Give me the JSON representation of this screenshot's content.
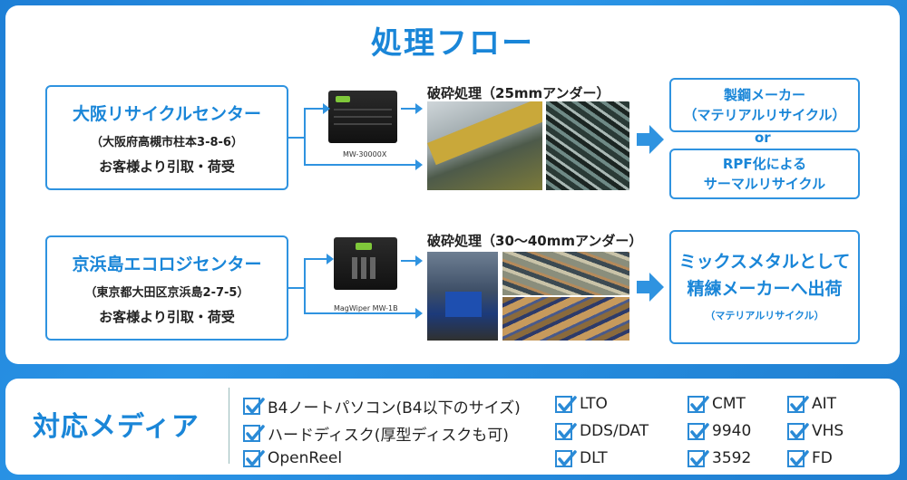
{
  "title": "処理フロー",
  "centers": [
    {
      "name": "大阪リサイクルセンター",
      "address": "（大阪府高槻市柱本3-8-6）",
      "note": "お客様より引取・荷受"
    },
    {
      "name": "京浜島エコロジセンター",
      "address": "（東京都大田区京浜島2-7-5）",
      "note": "お客様より引取・荷受"
    }
  ],
  "machines": [
    {
      "label": "MW-30000X",
      "icon": "degausser-icon"
    },
    {
      "label": "MagWiper MW-1B",
      "icon": "degausser-icon"
    }
  ],
  "steps": [
    {
      "label": "破砕処理（25mmアンダー）"
    },
    {
      "label": "破砕処理（30～40mmアンダー）"
    }
  ],
  "outputs": {
    "row1_a": [
      "製鋼メーカー",
      "（マテリアルリサイクル）"
    ],
    "or": "or",
    "row1_b": [
      "RPF化による",
      "サーマルリサイクル"
    ],
    "row2": [
      "ミックスメタルとして",
      "精練メーカーへ出荷",
      "（マテリアルリサイクル）"
    ]
  },
  "media": {
    "title": "対応メディア",
    "items": [
      "B4ノートパソコン(B4以下のサイズ)",
      "ハードディスク(厚型ディスクも可)",
      "OpenReel",
      "LTO",
      "DDS/DAT",
      "DLT",
      "CMT",
      "9940",
      "3592",
      "AIT",
      "VHS",
      "FD"
    ]
  },
  "colors": {
    "accent": "#1a86d8",
    "border": "#2f93e0",
    "background": "#1e7fd6",
    "check": "#2a8ad6"
  }
}
